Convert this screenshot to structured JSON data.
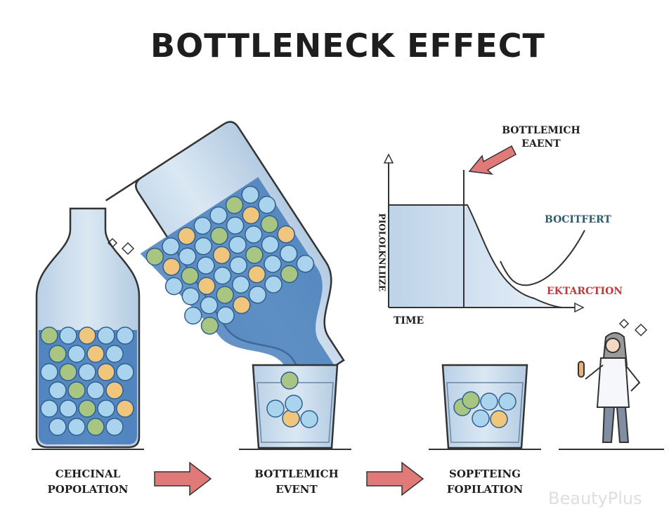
{
  "title": "BOTTLENECK EFFECT",
  "chart_data": {
    "type": "line",
    "title": "",
    "xlabel": "TIME",
    "ylabel": "PIOLOLKNLIIZE",
    "annotation": "BOTTLEMICH EAENT",
    "series": [
      {
        "name": "BOCITFERT",
        "color": "#2d5b6b"
      },
      {
        "name": "EKTARCTION",
        "color": "#c0393b"
      }
    ]
  },
  "captions": [
    {
      "line1": "CEHCINAL",
      "line2": "POPOLATION"
    },
    {
      "line1": "BOTTLEMICH",
      "line2": "EVENT"
    },
    {
      "line1": "SOPFTEING",
      "line2": "FOPILATION"
    }
  ],
  "watermark": "BeautyPlus",
  "colors": {
    "arrow": "#e07a78",
    "glass": "#c9dcec",
    "ball_blue": "#aad4ee",
    "ball_yellow": "#f0c67c",
    "ball_green": "#a8c682"
  }
}
